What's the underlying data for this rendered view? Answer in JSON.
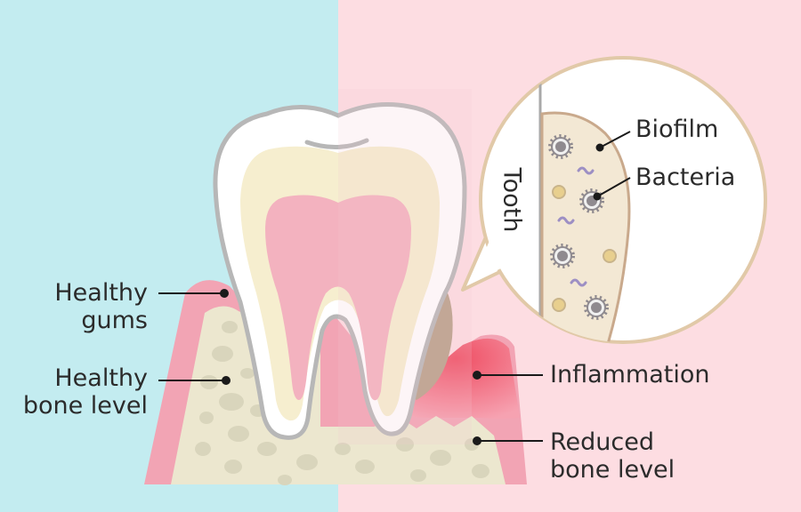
{
  "colors": {
    "healthy_bg": "#c3ecf0",
    "disease_bg": "#fddde2",
    "gum": "#f2a4b4",
    "gum_inflamed": "#ef4d62",
    "bone": "#ece7cf",
    "bone_spot": "#d9d5bc",
    "enamel": "#ffffff",
    "dentin": "#f6eecf",
    "pulp": "#f3b2bf",
    "outline": "#b7b7b7",
    "biofilm": "#f3e8d4",
    "biofilm_edge": "#c9a98c",
    "bacteria": "#8f8a8f",
    "plaque": "#b8a089",
    "leader": "#1a1a1a"
  },
  "labels": {
    "healthy_gums": "Healthy\ngums",
    "healthy_bone": "Healthy\nbone level",
    "inflammation": "Inflammation",
    "reduced_bone": "Reduced\nbone level",
    "biofilm": "Biofilm",
    "bacteria": "Bacteria",
    "tooth": "Tooth"
  },
  "icons": {
    "bacteria": "bacteria-icon",
    "spirochete": "spirochete-icon",
    "coccus": "coccus-icon"
  }
}
